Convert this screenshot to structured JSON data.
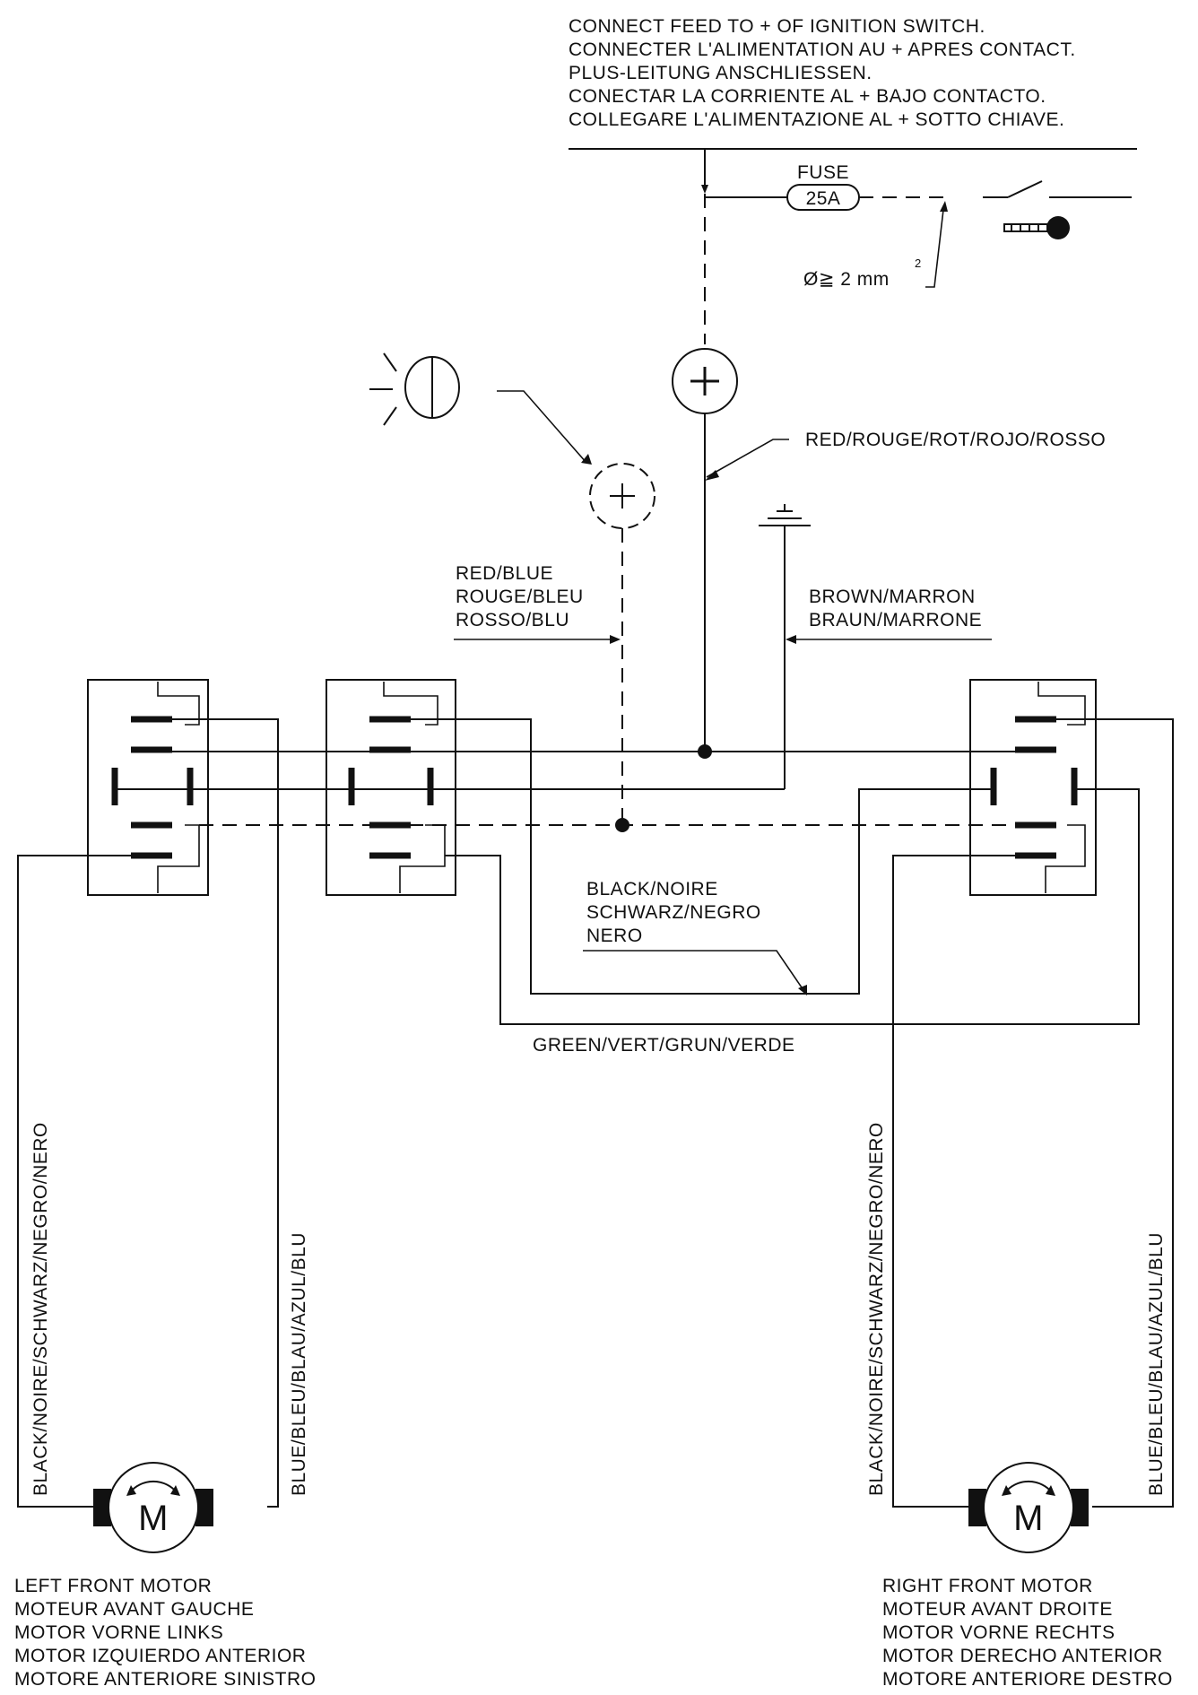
{
  "instructions": [
    "CONNECT FEED TO + OF IGNITION SWITCH.",
    "CONNECTER L'ALIMENTATION AU + APRES CONTACT.",
    "PLUS-LEITUNG ANSCHLIESSEN.",
    "CONECTAR LA CORRIENTE AL + BAJO CONTACTO.",
    "COLLEGARE L'ALIMENTAZIONE AL + SOTTO CHIAVE."
  ],
  "fuse": {
    "label": "FUSE",
    "rating": "25A"
  },
  "wire_size": {
    "label": "Ø≧ 2 mm",
    "superscript": "2"
  },
  "wires": {
    "red": "RED/ROUGE/ROT/ROJO/ROSSO",
    "red_blue": [
      "RED/BLUE",
      "ROUGE/BLEU",
      "ROSSO/BLU"
    ],
    "brown": [
      "BROWN/MARRON",
      "BRAUN/MARRONE"
    ],
    "black_center": [
      "BLACK/NOIRE",
      "SCHWARZ/NEGRO",
      "NERO"
    ],
    "green": "GREEN/VERT/GRUN/VERDE",
    "left_black": "BLACK/NOIRE/SCHWARZ/NEGRO/NERO",
    "left_blue": "BLUE/BLEU/BLAU/AZUL/BLU",
    "right_black": "BLACK/NOIRE/SCHWARZ/NEGRO/NERO",
    "right_blue": "BLUE/BLEU/BLAU/AZUL/BLU"
  },
  "motors": {
    "symbol": "M",
    "left": [
      "LEFT FRONT MOTOR",
      "MOTEUR AVANT GAUCHE",
      "MOTOR VORNE LINKS",
      "MOTOR IZQUIERDO ANTERIOR",
      "MOTORE ANTERIORE SINISTRO"
    ],
    "right": [
      "RIGHT FRONT MOTOR",
      "MOTEUR AVANT DROITE",
      "MOTOR VORNE RECHTS",
      "MOTOR DERECHO ANTERIOR",
      "MOTORE ANTERIORE DESTRO"
    ]
  }
}
